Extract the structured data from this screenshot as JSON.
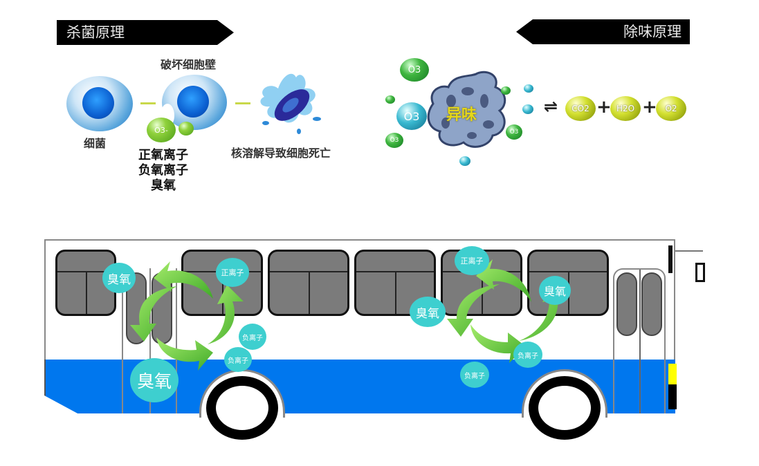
{
  "banners": {
    "sterilization": "杀菌原理",
    "deodorization": "除味原理"
  },
  "sterilization": {
    "bacteria_label": "细菌",
    "step2_label": "破坏细胞壁",
    "step3_label": "核溶解导致细胞死亡",
    "agents": [
      "正氧离子",
      "负氧离子",
      "臭氧"
    ],
    "molecule_label": "O3-"
  },
  "deodorization": {
    "odor_label": "异味",
    "ozone_molecules": [
      "O3",
      "O3",
      "O3",
      "O3"
    ],
    "equilibrium_symbol": "⇌",
    "products": [
      "CO2",
      "H2O",
      "O2"
    ],
    "plus": "+"
  },
  "bus": {
    "colors": {
      "body": "#ffffff",
      "stripe": "#0077ee",
      "window": "#7b7b7b",
      "bubble": "#3ecfcf",
      "arrow": "#5cc83a",
      "light": "#ffff00"
    },
    "left_cycle": {
      "bubbles": [
        {
          "label": "臭氧"
        },
        {
          "label": "正离子"
        },
        {
          "label": "负离子"
        },
        {
          "label": "负离子"
        },
        {
          "label": "臭氧"
        }
      ]
    },
    "right_cycle": {
      "bubbles": [
        {
          "label": "正离子"
        },
        {
          "label": "臭氧"
        },
        {
          "label": "臭氧"
        },
        {
          "label": "负离子"
        },
        {
          "label": "负离子"
        }
      ]
    }
  }
}
